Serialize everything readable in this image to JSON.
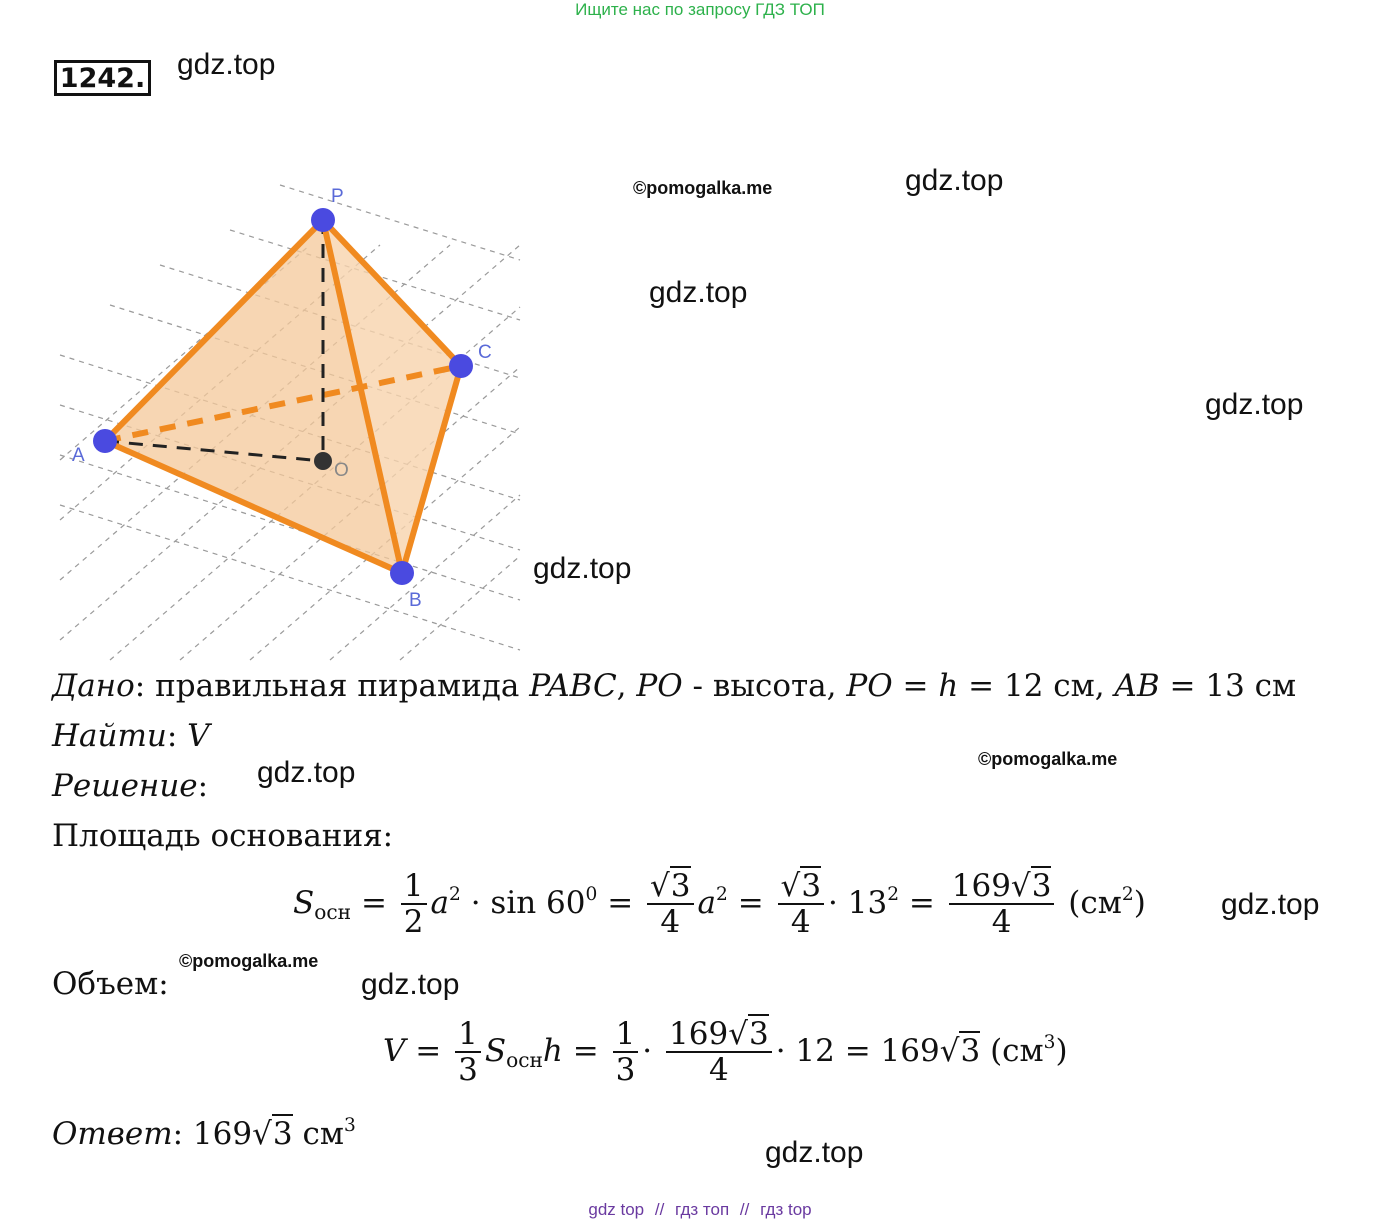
{
  "top_banner": "Ищите нас по запросу ГДЗ ТОП",
  "problem_number": "1242.",
  "watermarks": {
    "gdz": "gdz.top",
    "copyright": "©pomogalka.me"
  },
  "figure": {
    "labels": {
      "P": "P",
      "A": "A",
      "B": "B",
      "C": "C",
      "O": "O"
    },
    "colors": {
      "face": "#f4c89a",
      "edge": "#f08a20",
      "point": "#4a4ae0",
      "center": "#333333"
    }
  },
  "given": {
    "label": "Дано",
    "text1": "правильная пирамида",
    "pyramid": "PABC",
    "seg": "PO",
    "text2": "- высота,",
    "seg2": "PO",
    "h": "h",
    "h_value": "12 см,",
    "ab": "AB",
    "ab_value": "13 см"
  },
  "find": {
    "label": "Найти",
    "value": "V"
  },
  "solution": {
    "label": "Решение"
  },
  "base_area_heading": "Площадь основания:",
  "formula1": {
    "s": "S",
    "sub": "осн",
    "one": "1",
    "two": "2",
    "a": "a",
    "sq": "2",
    "sin": "sin 60",
    "deg": "0",
    "sqrt3": "3",
    "four": "4",
    "n13": "13",
    "n169": "169",
    "unit": "см",
    "unit_pow": "2"
  },
  "volume_heading": "Объем:",
  "formula2": {
    "v": "V",
    "one": "1",
    "three": "3",
    "s": "S",
    "sub": "осн",
    "h": "h",
    "n169": "169",
    "sqrt3": "3",
    "four": "4",
    "n12": "12",
    "unit": "см",
    "unit_pow": "3"
  },
  "answer": {
    "label": "Ответ",
    "n169": "169",
    "sqrt3": "3",
    "unit": "см",
    "pow": "3"
  },
  "footer": [
    "gdz top",
    "//",
    "гдз топ",
    "//",
    "гдз top"
  ]
}
